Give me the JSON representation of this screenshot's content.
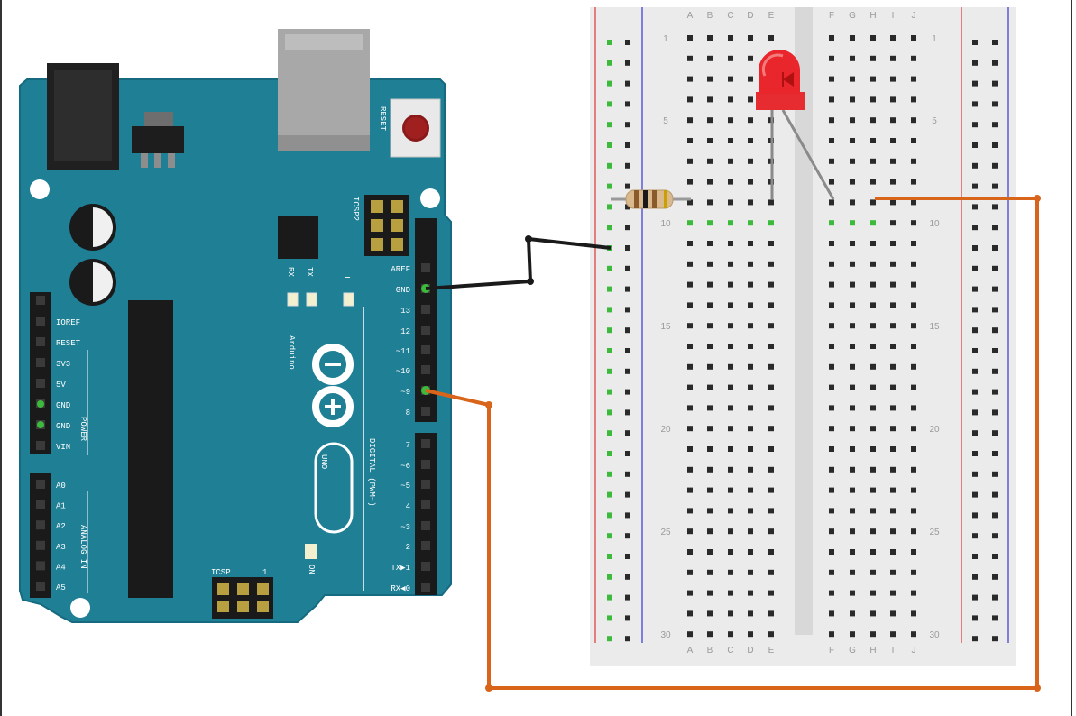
{
  "board": {
    "name": "Arduino UNO",
    "reset_label": "RESET",
    "icsp2_label": "ICSP2",
    "icsp_label": "ICSP",
    "icsp_pin1": "1",
    "rx_label": "RX",
    "tx_label": "TX",
    "l_label": "L",
    "on_label": "ON",
    "logo_text": "Arduino",
    "model_text": "UNO",
    "digital_section": "DIGITAL (PWM~)",
    "power_section": "POWER",
    "analog_section": "ANALOG IN",
    "digital_pins": [
      "AREF",
      "GND",
      "13",
      "12",
      "~11",
      "~10",
      "~9",
      "8",
      "7",
      "~6",
      "~5",
      "4",
      "~3",
      "2",
      "TX▶1",
      "RX◀0"
    ],
    "power_pins": [
      "IOREF",
      "RESET",
      "3V3",
      "5V",
      "GND",
      "GND",
      "VIN"
    ],
    "analog_pins": [
      "A0",
      "A1",
      "A2",
      "A3",
      "A4",
      "A5"
    ]
  },
  "breadboard": {
    "columns_left": [
      "A",
      "B",
      "C",
      "D",
      "E"
    ],
    "columns_right": [
      "F",
      "G",
      "H",
      "I",
      "J"
    ],
    "row_numbers": [
      "1",
      "5",
      "10",
      "15",
      "20",
      "25",
      "30"
    ]
  },
  "components": {
    "led": "red-led",
    "resistor": "resistor"
  },
  "wires": {
    "gnd_wire_color": "#1a1a1a",
    "signal_wire_color": "#d9651a"
  },
  "colors": {
    "board_blue": "#1e7f95",
    "board_edge": "#156a80",
    "led_red": "#e8262b",
    "bb_bg": "#ebebeb",
    "rail_red": "#e25a5a",
    "rail_blue": "#5a5ad8",
    "hole_green": "#3cba3c"
  }
}
